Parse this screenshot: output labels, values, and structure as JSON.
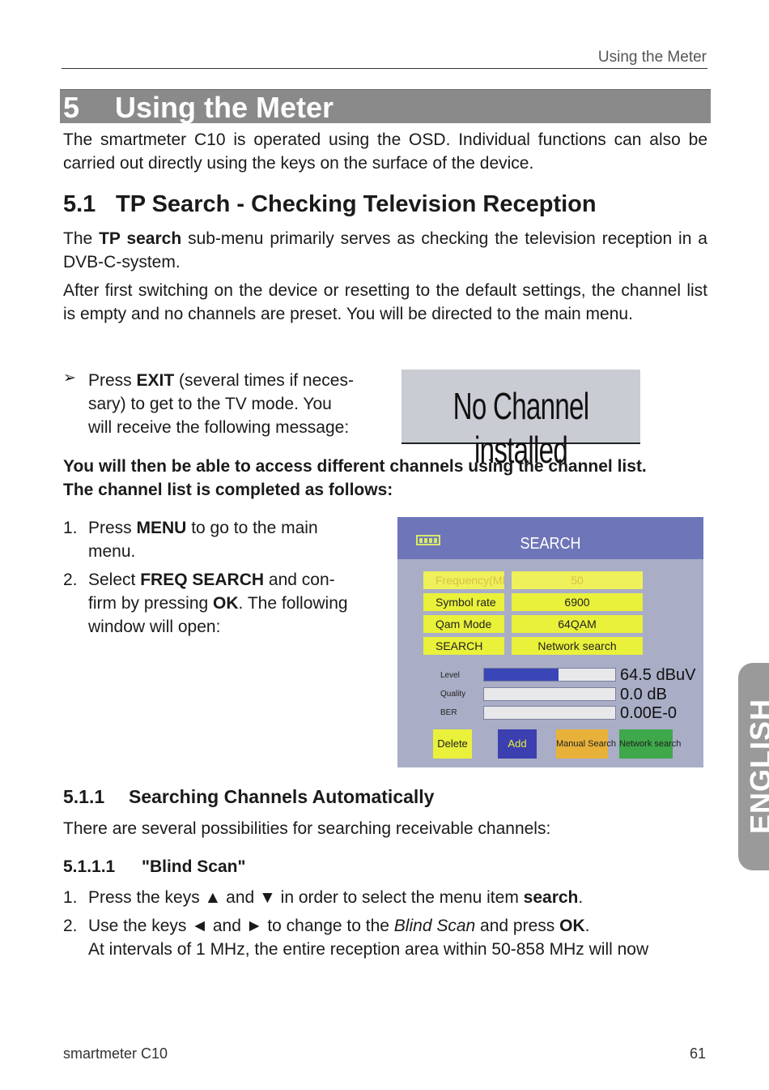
{
  "header": {
    "running_head": "Using the Meter"
  },
  "chapter": {
    "number": "5",
    "title": "Using the Meter"
  },
  "intro": "The smartmeter C10 is operated using the OSD. Individual functions can also be carried out directly using the keys on the surface of the device.",
  "section": {
    "number": "5.1",
    "title": "TP Search - Checking Television Reception",
    "p1_pre": "The ",
    "p1_bold": "TP search",
    "p1_post": " sub-menu primarily serves as checking the television reception in a DVB-C-system.",
    "p2": "After first switching on the device or resetting to the default settings, the channel list is empty and no channels are preset. You will be directed to the main menu."
  },
  "bullet": {
    "marker": "➢",
    "line1_pre": "Press ",
    "line1_bold": "EXIT",
    "line1_post": " (several times if neces-",
    "line2": "sary) to get to the TV mode. You",
    "line3": "will receive the following message:"
  },
  "no_channel_message": "No Channel installed",
  "bold_note_line1": "You will then be able to access different channels using the channel list.",
  "bold_note_line2": "The channel list is completed as follows:",
  "steps_a": [
    {
      "n": "1.",
      "l1_pre": "Press ",
      "l1_bold": "MENU",
      "l1_post": " to go to the main",
      "l2": "menu."
    },
    {
      "n": "2.",
      "l1_pre": "Select ",
      "l1_bold": "FREQ SEARCH",
      "l1_post": " and con-",
      "l2_pre": "firm by pressing ",
      "l2_bold": "OK",
      "l2_post": ". The following",
      "l3": "window will open:"
    }
  ],
  "osd": {
    "title": "SEARCH",
    "fields": [
      {
        "label": "Frequency(MHz)",
        "value": "50"
      },
      {
        "label": "Symbol rate",
        "value": "6900"
      },
      {
        "label": "Qam Mode",
        "value": "64QAM"
      },
      {
        "label": "SEARCH",
        "value": "Network search"
      }
    ],
    "meters": [
      {
        "label": "Level",
        "value": "64.5 dBuV",
        "fill": 0.57
      },
      {
        "label": "Quality",
        "value": "0.0 dB",
        "fill": 0
      },
      {
        "label": "BER",
        "value": "0.00E-0",
        "fill": 0
      }
    ],
    "buttons": [
      {
        "label": "Delete",
        "color": "#e9f13a"
      },
      {
        "label": "Add",
        "color": "#3b3fb0"
      },
      {
        "label": "Manual Search",
        "color": "#e8b23a"
      },
      {
        "label": "Network search",
        "color": "#3ea84a"
      }
    ]
  },
  "subsection": {
    "number": "5.1.1",
    "title": "Searching Channels Automatically",
    "text": "There are several possibilities for searching receivable channels:"
  },
  "subsubsection": {
    "number": "5.1.1.1",
    "title": "\"Blind Scan\""
  },
  "steps_b": [
    {
      "n": "1.",
      "pre": "Press the keys ▲ and ▼ in order to select the menu item ",
      "bold": "search",
      "post": "."
    },
    {
      "n": "2.",
      "pre": "Use the keys ◄ and ► to change to the ",
      "ital": "Blind Scan",
      "mid": " and press ",
      "bold": "OK",
      "post": ".",
      "l2": "At intervals of 1 MHz, the entire reception area within 50-858 MHz will now"
    }
  ],
  "side_tab": "ENGLISH",
  "footer": {
    "left": "smartmeter C10",
    "right": "61"
  }
}
